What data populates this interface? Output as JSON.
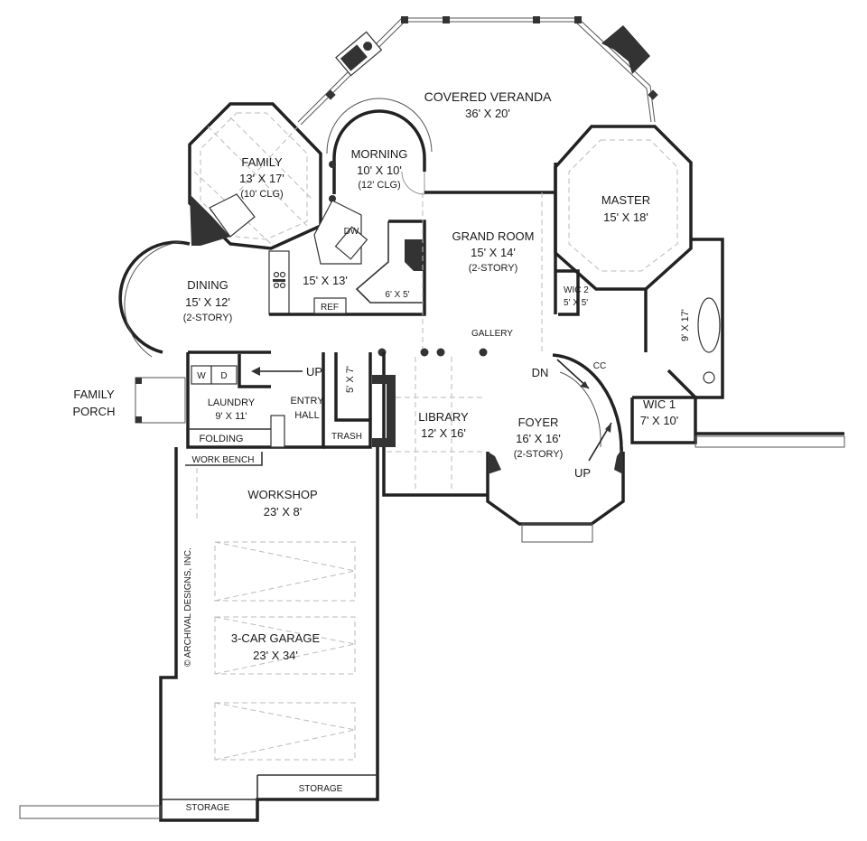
{
  "plan": {
    "credit": "© ARCHIVAL DESIGNS, INC.",
    "rooms": {
      "veranda": {
        "name": "COVERED VERANDA",
        "size": "36' X 20'"
      },
      "family": {
        "name": "FAMILY",
        "size": "13' X 17'",
        "note": "(10' CLG)"
      },
      "morning": {
        "name": "MORNING",
        "size": "10' X 10'",
        "note": "(12' CLG)"
      },
      "kitchen": {
        "size": "15' X 13'",
        "dw": "DW",
        "ref": "REF"
      },
      "pantry": {
        "size": "6' X 5'"
      },
      "grand_room": {
        "name": "GRAND ROOM",
        "size": "15' X 14'",
        "note": "(2-STORY)"
      },
      "master": {
        "name": "MASTER",
        "size": "15' X 18'"
      },
      "master_bath": {
        "size": "9' X 17'"
      },
      "wic2": {
        "name": "WIC 2",
        "size": "5' X 5'"
      },
      "wic1": {
        "name": "WIC 1",
        "size": "7' X 10'"
      },
      "cc": {
        "name": "CC"
      },
      "dining": {
        "name": "DINING",
        "size": "15' X 12'",
        "note": "(2-STORY)"
      },
      "gallery": {
        "name": "GALLERY"
      },
      "family_porch": {
        "line1": "FAMILY",
        "line2": "PORCH"
      },
      "laundry": {
        "name": "LAUNDRY",
        "size": "9' X 11'",
        "washer": "W",
        "dryer": "D",
        "folding": "FOLDING"
      },
      "entry_hall": {
        "line1": "ENTRY",
        "line2": "HALL"
      },
      "stairs_up_rear": {
        "label": "UP"
      },
      "powder": {
        "size": "5' X 7'"
      },
      "trash": {
        "name": "TRASH"
      },
      "library": {
        "name": "LIBRARY",
        "size": "12' X 16'"
      },
      "foyer": {
        "name": "FOYER",
        "size": "16' X 16'",
        "note": "(2-STORY)",
        "dn": "DN",
        "up": "UP"
      },
      "workshop": {
        "name": "WORKSHOP",
        "size": "23' X 8'",
        "bench": "WORK BENCH"
      },
      "garage": {
        "name": "3-CAR GARAGE",
        "size": "23' X 34'"
      },
      "storage_left": {
        "name": "STORAGE"
      },
      "storage_right": {
        "name": "STORAGE"
      }
    }
  }
}
